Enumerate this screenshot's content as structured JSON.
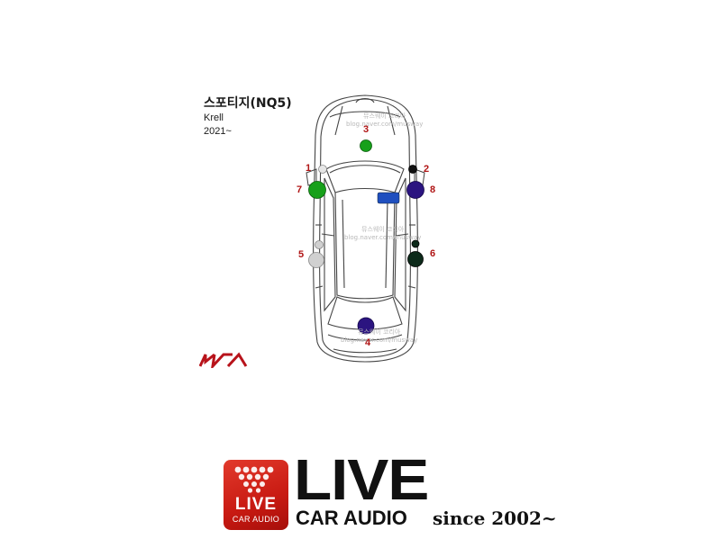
{
  "model": {
    "name": "스포티지(NQ5)",
    "audio_system": "Krell",
    "year": "2021~"
  },
  "speakers": [
    {
      "number": "1",
      "color": "#e6e6e6"
    },
    {
      "number": "2",
      "color": "#111111"
    },
    {
      "number": "3",
      "color": "#17a01a"
    },
    {
      "number": "4",
      "color": "#2b1480"
    },
    {
      "number": "5",
      "color": "#d0d0d0"
    },
    {
      "number": "6",
      "color": "#0d2a1a"
    },
    {
      "number": "7",
      "color": "#17a01a"
    },
    {
      "number": "8",
      "color": "#2b1480"
    }
  ],
  "watermarks": [
    {
      "line1": "뮤스웨이 코리아",
      "line2": "blog.naver.com/musway"
    },
    {
      "line1": "뮤스웨이 코리아",
      "line2": "blog.naver.com/musway"
    },
    {
      "line1": "뮤스웨이 코리아",
      "line2": "blog.naver.com/musway"
    }
  ],
  "amp_color": "#1f4fbf",
  "kia_logo_color": "#b8131b",
  "brand": {
    "box_live": "LIVE",
    "box_car_audio": "CAR AUDIO",
    "live": "LIVE",
    "car_audio": "CAR AUDIO",
    "since": "since 2002~",
    "accent": "#d4221a"
  }
}
